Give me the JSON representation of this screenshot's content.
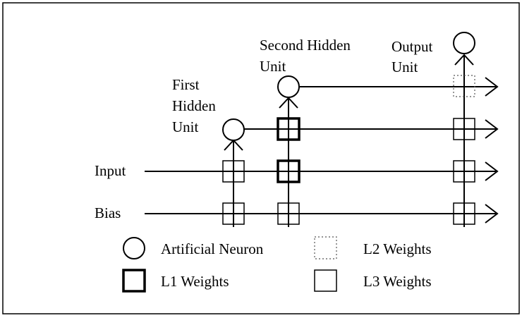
{
  "diagram": {
    "labels": {
      "first_hidden": [
        "First",
        "Hidden",
        "Unit"
      ],
      "second_hidden": [
        "Second Hidden",
        "Unit"
      ],
      "output": [
        "Output",
        "Unit"
      ],
      "input": "Input",
      "bias": "Bias"
    },
    "legend": {
      "neuron": "Artificial Neuron",
      "l1": "L1 Weights",
      "l2": "L2 Weights",
      "l3": "L3 Weights"
    },
    "colors": {
      "stroke": "#000000",
      "background": "#ffffff",
      "dotted_stroke": "#555555"
    }
  }
}
